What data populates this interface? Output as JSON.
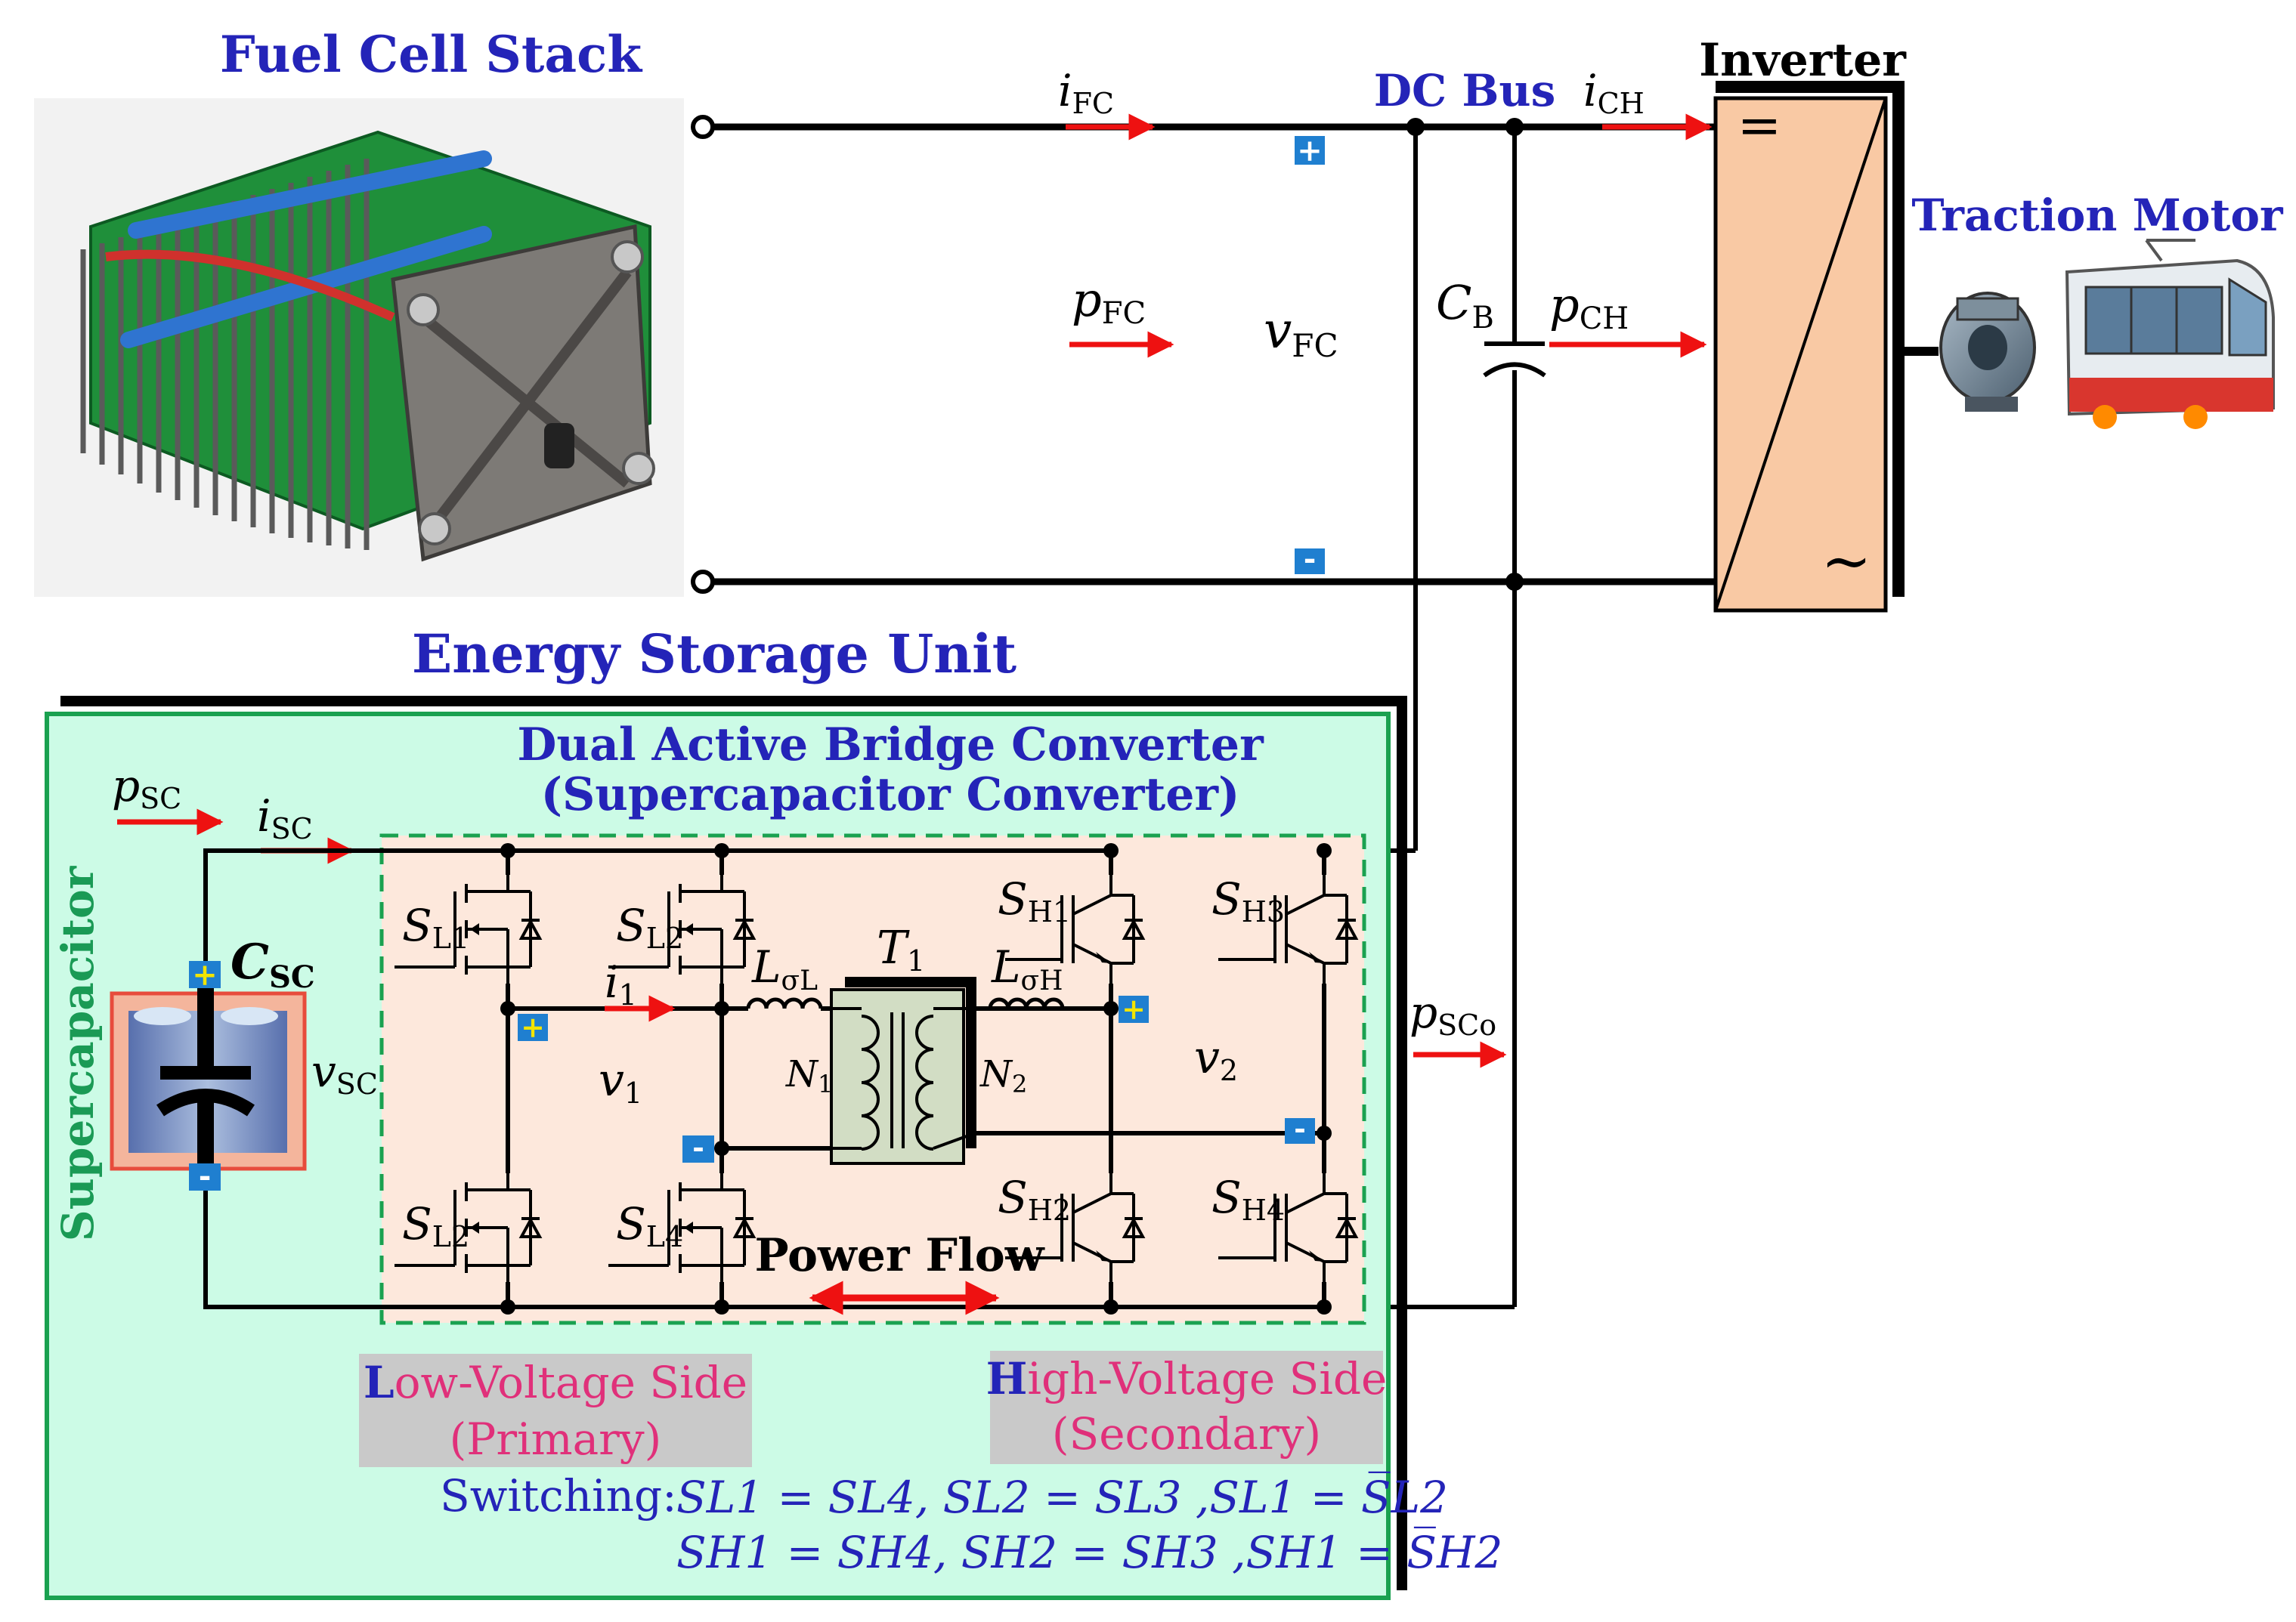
{
  "titles": {
    "fuel_cell_stack": "Fuel Cell Stack",
    "dc_bus": "DC Bus",
    "inverter": "Inverter",
    "traction_motor": "Traction Motor",
    "energy_storage_unit": "Energy Storage Unit",
    "dab_line1": "Dual Active Bridge Converter",
    "dab_line2": "(Supercapacitor Converter)",
    "supercapacitor": "Supercapacitor",
    "power_flow": "Power Flow"
  },
  "symbols": {
    "i_fc": {
      "main": "i",
      "sub": "FC"
    },
    "i_ch": {
      "main": "i",
      "sub": "CH"
    },
    "p_fc": {
      "main": "p",
      "sub": "FC"
    },
    "v_fc": {
      "main": "v",
      "sub": "FC"
    },
    "c_b": {
      "main": "C",
      "sub": "B"
    },
    "p_ch": {
      "main": "p",
      "sub": "CH"
    },
    "p_sc": {
      "main": "p",
      "sub": "SC"
    },
    "i_sc": {
      "main": "i",
      "sub": "SC"
    },
    "c_sc": {
      "main": "C",
      "sub": "SC"
    },
    "v_sc": {
      "main": "v",
      "sub": "SC"
    },
    "s_l1": {
      "main": "S",
      "sub": "L1"
    },
    "s_l2_top": {
      "main": "S",
      "sub": "L2"
    },
    "s_l2_bottom": {
      "main": "S",
      "sub": "L2"
    },
    "s_l4": {
      "main": "S",
      "sub": "L4"
    },
    "s_h1": {
      "main": "S",
      "sub": "H1"
    },
    "s_h2": {
      "main": "S",
      "sub": "H2"
    },
    "s_h3": {
      "main": "S",
      "sub": "H3"
    },
    "s_h4": {
      "main": "S",
      "sub": "H4"
    },
    "l_sigma_l": {
      "main": "L",
      "sub": "σL"
    },
    "l_sigma_h": {
      "main": "L",
      "sub": "σH"
    },
    "t1": {
      "main": "T",
      "sub": "1"
    },
    "i1": {
      "main": "i",
      "sub": "1"
    },
    "v1": {
      "main": "v",
      "sub": "1"
    },
    "v2": {
      "main": "v",
      "sub": "2"
    },
    "n1": {
      "main": "N",
      "sub": "1"
    },
    "n2": {
      "main": "N",
      "sub": "2"
    },
    "p_sco": {
      "main": "p",
      "sub": "SCo"
    }
  },
  "sides": {
    "low_initial": "L",
    "low_rest": "ow-Voltage Side",
    "low_sub": "(Primary)",
    "high_initial": "H",
    "high_rest": "igh-Voltage Side",
    "high_sub": "(Secondary)"
  },
  "switching": {
    "label": "Switching:",
    "line1": "SL1 = SL4, SL2 = SL3 ,SL1 = S̅L2",
    "line2": "SH1 = SH4, SH2 = SH3 ,SH1 = S̅H2"
  },
  "polarity": {
    "plus": "+",
    "minus": "-"
  },
  "inverter_symbols": {
    "dc": "=",
    "ac": "~"
  },
  "colors": {
    "title_blue": "#2424b8",
    "arrow_red": "#ee1111",
    "side_pink": "#e0307a",
    "storage_bg": "#ccfbe6",
    "storage_border": "#1aa150",
    "converter_bg": "#fde8dc",
    "inverter_fill": "#f9c9a4",
    "supercap_green": "#1a9a55",
    "polarity_blue": "#1f7fd0",
    "side_label_bg": "#c9c9c9"
  }
}
